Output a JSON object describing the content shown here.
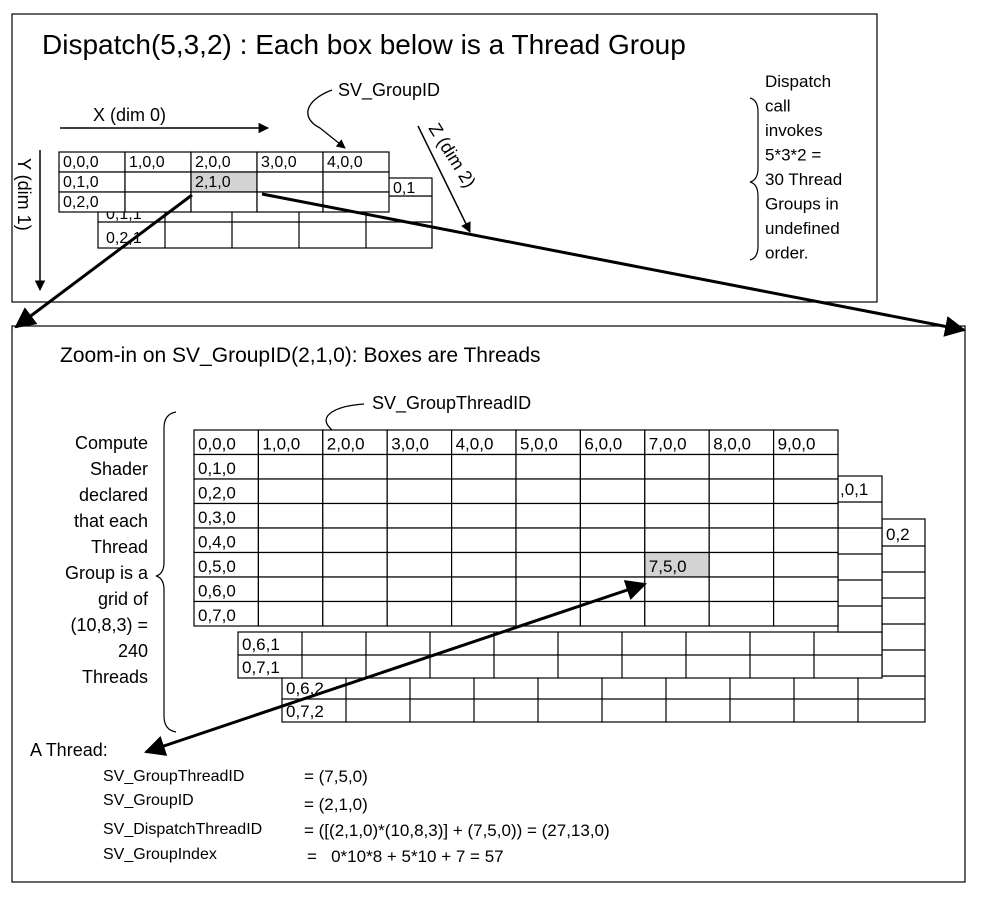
{
  "top_panel": {
    "title": "Dispatch(5,3,2) : Each box below is a Thread Group",
    "x_axis_label": "X (dim 0)",
    "y_axis_label": "Y (dim 1)",
    "z_axis_label": "Z (dim 2)",
    "groupid_callout": "SV_GroupID",
    "front_grid": [
      [
        "0,0,0",
        "1,0,0",
        "2,0,0",
        "3,0,0",
        "4,0,0"
      ],
      [
        "0,1,0",
        "",
        "2,1,0",
        "",
        ""
      ],
      [
        "0,2,0",
        "",
        "",
        "",
        ""
      ]
    ],
    "back_grid_visible": [
      "0,1,1",
      "0,2,1"
    ],
    "back_edge_label": "0,1",
    "highlight_cell": "2,1,0",
    "note_lines": [
      "Dispatch",
      "call",
      "invokes",
      "5*3*2 =",
      "30 Thread",
      "Groups in",
      "undefined",
      "order."
    ]
  },
  "bottom_panel": {
    "title": "Zoom-in on SV_GroupID(2,1,0): Boxes are Threads",
    "threadid_callout": "SV_GroupThreadID",
    "note_lines": [
      "Compute",
      "Shader",
      "declared",
      "that each",
      "Thread",
      "Group is a",
      "grid of",
      "(10,8,3) =",
      "240",
      "Threads"
    ],
    "front_header_row": [
      "0,0,0",
      "1,0,0",
      "2,0,0",
      "3,0,0",
      "4,0,0",
      "5,0,0",
      "6,0,0",
      "7,0,0",
      "8,0,0",
      "9,0,0"
    ],
    "front_first_column": [
      "0,0,0",
      "0,1,0",
      "0,2,0",
      "0,3,0",
      "0,4,0",
      "0,5,0",
      "0,6,0",
      "0,7,0"
    ],
    "highlight_cell": "7,5,0",
    "layer1_labels": [
      "0,6,1",
      "0,7,1"
    ],
    "layer2_labels": [
      "0,6,2",
      "0,7,2"
    ],
    "layer1_edge_label": ",0,1",
    "layer2_edge_label": "0,2",
    "thread_heading": "A Thread:",
    "equations": [
      {
        "name": "SV_GroupThreadID",
        "value": "= (7,5,0)"
      },
      {
        "name": "SV_GroupID",
        "value": "= (2,1,0)"
      },
      {
        "name": "SV_DispatchThreadID",
        "value": "= ([(2,1,0)*(10,8,3)] + (7,5,0)) = (27,13,0)"
      },
      {
        "name": "SV_GroupIndex",
        "value": "=   0*10*8 + 5*10 + 7 = 57"
      }
    ]
  },
  "colors": {
    "highlight": "#d3d3d3",
    "line": "#000000",
    "background": "#ffffff"
  }
}
